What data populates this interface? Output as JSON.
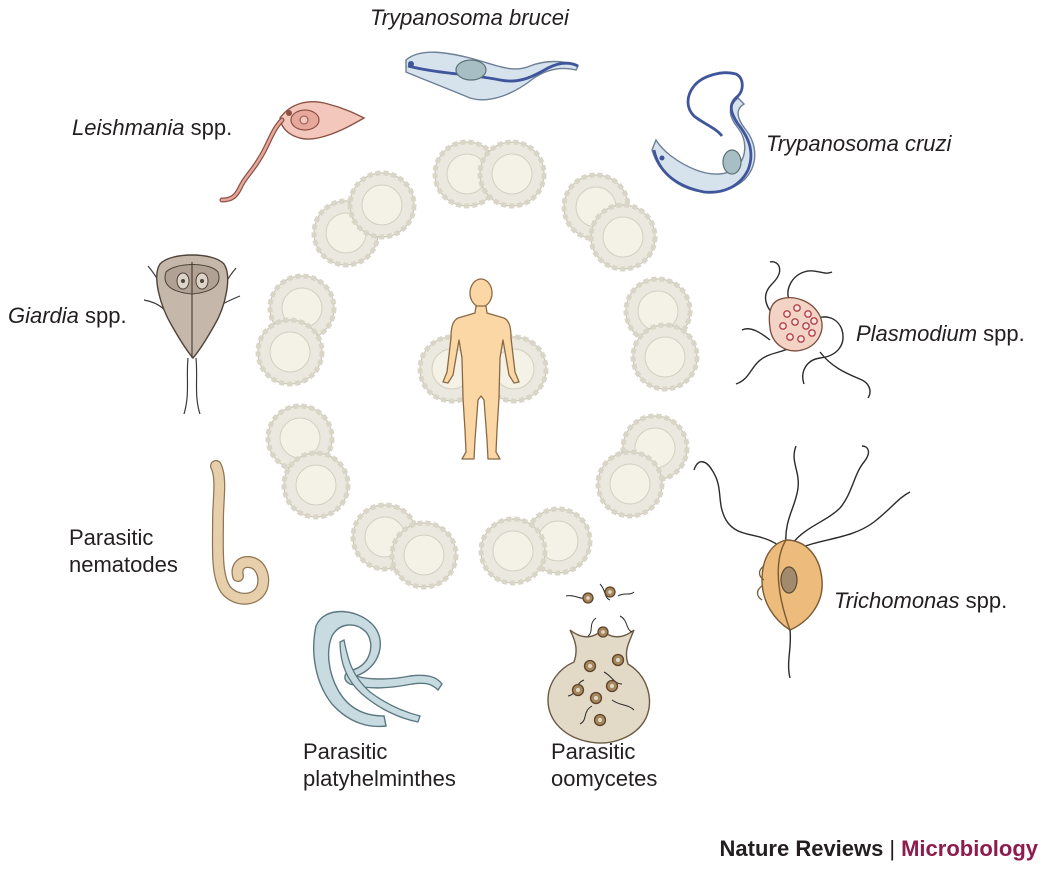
{
  "organisms": [
    {
      "id": "trypanosoma-brucei",
      "italic": "Trypanosoma brucei",
      "plain": ""
    },
    {
      "id": "trypanosoma-cruzi",
      "italic": "Trypanosoma cruzi",
      "plain": ""
    },
    {
      "id": "leishmania",
      "italic": "Leishmania",
      "plain": " spp."
    },
    {
      "id": "giardia",
      "italic": "Giardia",
      "plain": " spp."
    },
    {
      "id": "plasmodium",
      "italic": "Plasmodium",
      "plain": " spp."
    },
    {
      "id": "trichomonas",
      "italic": "Trichomonas",
      "plain": " spp."
    },
    {
      "id": "nematodes",
      "line1": "Parasitic",
      "line2": "nematodes"
    },
    {
      "id": "platyhelminthes",
      "line1": "Parasitic",
      "line2": "platyhelminthes"
    },
    {
      "id": "oomycetes",
      "line1": "Parasitic",
      "line2": "oomycetes"
    }
  ],
  "footer": {
    "journal": "Nature Reviews",
    "separator": "|",
    "section": "Microbiology"
  },
  "colors": {
    "accent": "#8e1b4e",
    "cell_fill": "#ebe9df",
    "cell_inner": "#f4f2e6",
    "human": "#fbd7a5",
    "trypanosome": "#d6e2ec",
    "trypanosome_flagellum": "#3f559c",
    "leishmania": "#e8a79c",
    "giardia": "#c5b8ab",
    "nematode": "#e6cfaa",
    "platyhelminth": "#c7dbe1",
    "oomycete": "#e2d9c7",
    "trichomonas": "#edbb7b"
  }
}
